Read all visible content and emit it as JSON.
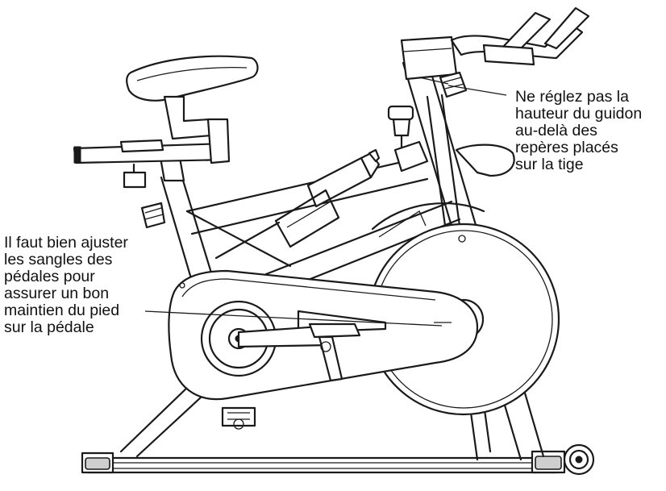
{
  "callouts": {
    "handlebar": {
      "lines": [
        "Ne réglez pas la",
        "hauteur du guidon",
        "au-delà des",
        "repères placés",
        "sur la tige"
      ]
    },
    "pedal": {
      "lines": [
        "Il faut bien ajuster",
        "les sangles des",
        "pédales pour",
        "assurer un bon",
        "maintien du pied",
        "sur la pédale"
      ]
    }
  },
  "colors": {
    "line": "#1a1a1a",
    "background": "#ffffff"
  }
}
